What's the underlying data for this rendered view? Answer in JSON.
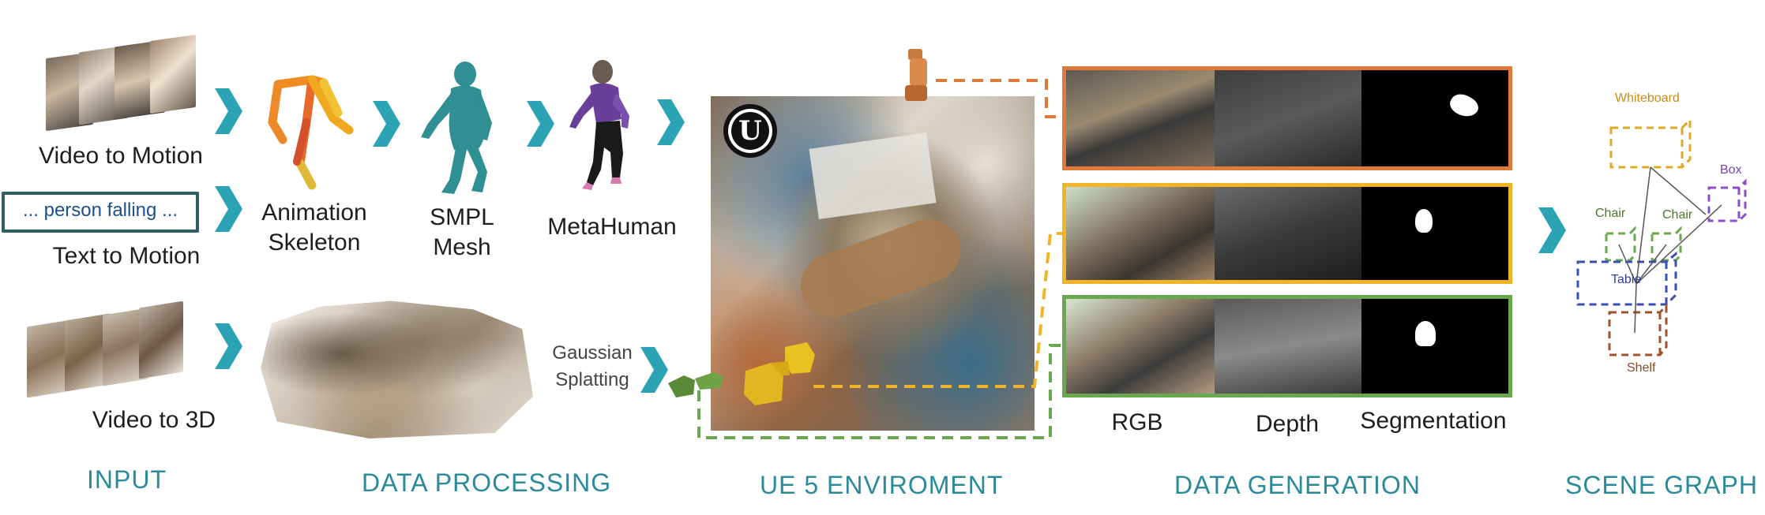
{
  "input": {
    "video_to_motion": "Video to Motion",
    "text_prompt": "... person falling ...",
    "text_to_motion": "Text to Motion",
    "video_to_3d": "Video to 3D"
  },
  "processing": {
    "animation_skeleton": [
      "Animation",
      "Skeleton"
    ],
    "smpl_mesh": [
      "SMPL",
      "Mesh"
    ],
    "metahuman": "MetaHuman",
    "gaussian_splatting": [
      "Gaussian",
      "Splatting"
    ]
  },
  "generation": {
    "rgb": "RGB",
    "depth": "Depth",
    "segmentation": "Segmentation"
  },
  "scene_graph": {
    "nodes": [
      "Whiteboard",
      "Box",
      "Chair",
      "Chair",
      "Table",
      "Shelf"
    ]
  },
  "sections": {
    "input": "INPUT",
    "data_processing": "DATA PROCESSING",
    "ue5": "UE 5 ENVIROMENT",
    "data_generation": "DATA GENERATION",
    "scene_graph": "SCENE GRAPH"
  },
  "colors": {
    "teal": "#2ba3b5",
    "orange": "#e07a3a",
    "yellow": "#f0b428",
    "green": "#6aa84f",
    "purple": "#8a4fc7",
    "blue": "#3a4fb0",
    "brown": "#a0522d"
  }
}
